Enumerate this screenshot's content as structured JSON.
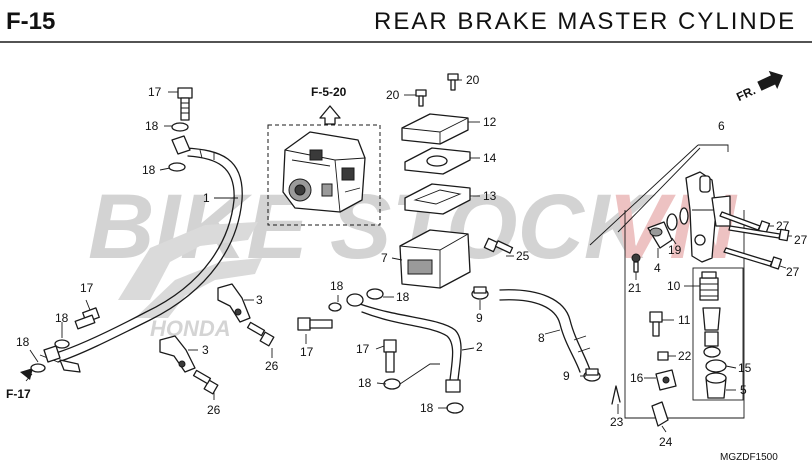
{
  "header": {
    "code": "F-15",
    "title": "REAR BRAKE MASTER CYLINDE"
  },
  "watermark": {
    "text_left": "BIKE",
    "text_mid": "STOCK",
    "text_right": "VN",
    "color_gray": "#c8c8c8",
    "color_red": "#e8b8b8",
    "logo_word": "HONDA"
  },
  "refs": {
    "top": "F-5-20",
    "left": "F-17",
    "front": "FR."
  },
  "diagram_code": "MGZDF1500",
  "callouts": [
    {
      "id": "c17a",
      "text": "17"
    },
    {
      "id": "c18a",
      "text": "18"
    },
    {
      "id": "c18b",
      "text": "18"
    },
    {
      "id": "c1",
      "text": "1"
    },
    {
      "id": "c20a",
      "text": "20"
    },
    {
      "id": "c20b",
      "text": "20"
    },
    {
      "id": "c12",
      "text": "12"
    },
    {
      "id": "c14",
      "text": "14"
    },
    {
      "id": "c13",
      "text": "13"
    },
    {
      "id": "c25",
      "text": "25"
    },
    {
      "id": "c7",
      "text": "7"
    },
    {
      "id": "c18c",
      "text": "18"
    },
    {
      "id": "c18d",
      "text": "18"
    },
    {
      "id": "c9a",
      "text": "9"
    },
    {
      "id": "c8",
      "text": "8"
    },
    {
      "id": "c17b",
      "text": "17"
    },
    {
      "id": "c18e",
      "text": "18"
    },
    {
      "id": "c3a",
      "text": "3"
    },
    {
      "id": "c26a",
      "text": "26"
    },
    {
      "id": "c17c",
      "text": "17"
    },
    {
      "id": "c17d",
      "text": "17"
    },
    {
      "id": "c2",
      "text": "2"
    },
    {
      "id": "c18f",
      "text": "18"
    },
    {
      "id": "c18g",
      "text": "18"
    },
    {
      "id": "c9b",
      "text": "9"
    },
    {
      "id": "c3b",
      "text": "3"
    },
    {
      "id": "c26b",
      "text": "26"
    },
    {
      "id": "c18h",
      "text": "18"
    },
    {
      "id": "c6",
      "text": "6"
    },
    {
      "id": "c19",
      "text": "19"
    },
    {
      "id": "c4",
      "text": "4"
    },
    {
      "id": "c21",
      "text": "21"
    },
    {
      "id": "c27a",
      "text": "27"
    },
    {
      "id": "c27b",
      "text": "27"
    },
    {
      "id": "c27c",
      "text": "27"
    },
    {
      "id": "c10",
      "text": "10"
    },
    {
      "id": "c11",
      "text": "11"
    },
    {
      "id": "c22",
      "text": "22"
    },
    {
      "id": "c15",
      "text": "15"
    },
    {
      "id": "c5",
      "text": "5"
    },
    {
      "id": "c16",
      "text": "16"
    },
    {
      "id": "c23",
      "text": "23"
    },
    {
      "id": "c24",
      "text": "24"
    }
  ]
}
